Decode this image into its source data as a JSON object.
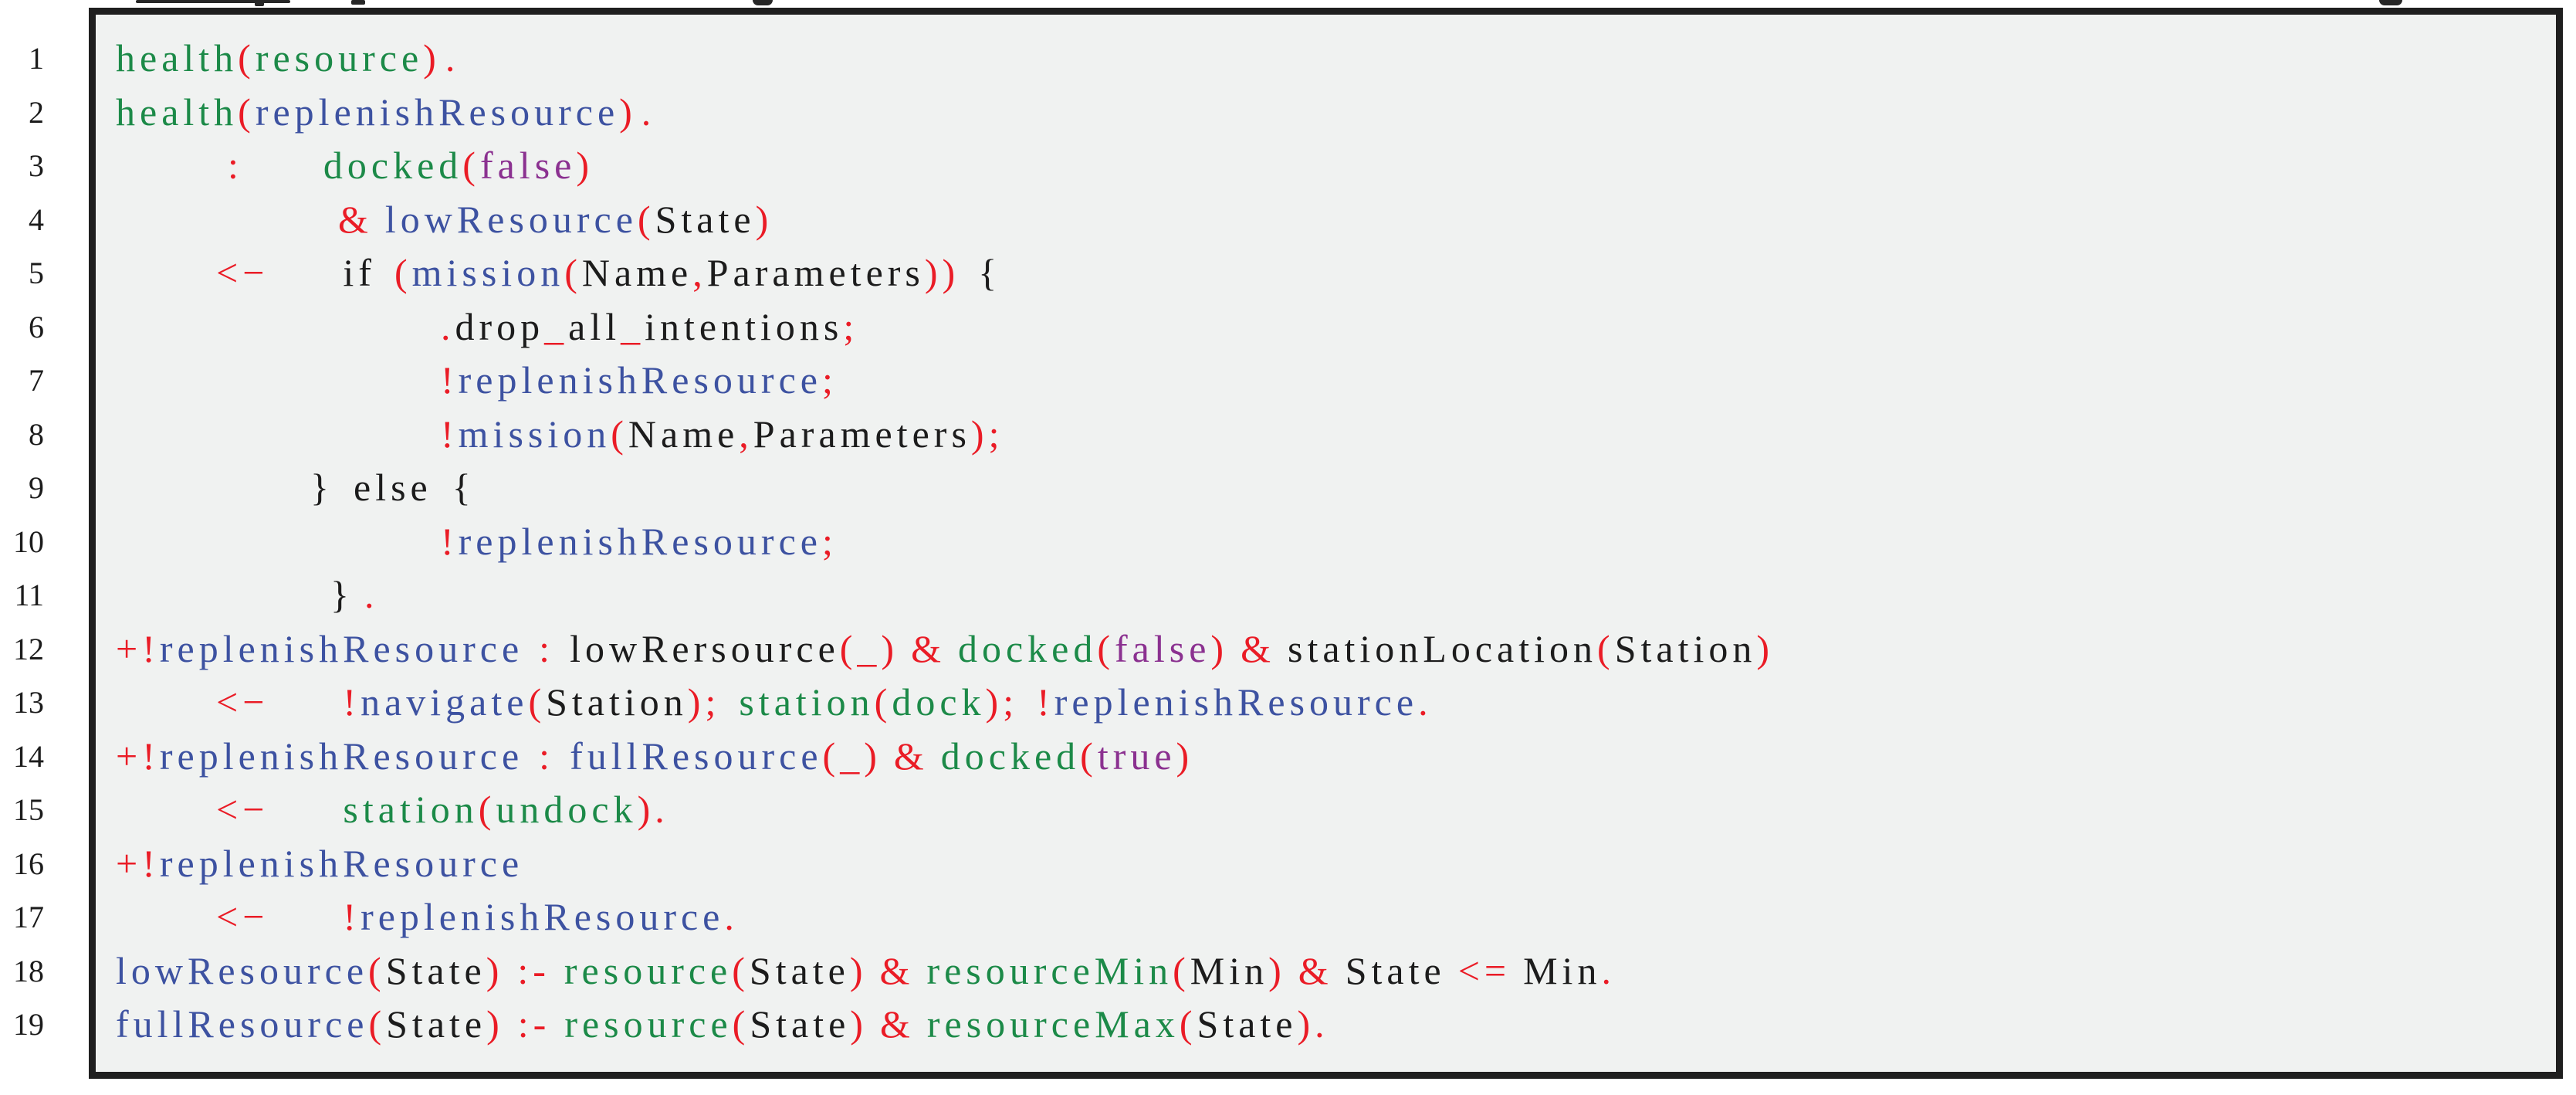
{
  "figure": {
    "type": "code-listing",
    "language_style": "AgentSpeak/Jason agent program",
    "line_count": 19
  },
  "colors": {
    "green": "#1c8a48",
    "blue": "#3d52a1",
    "red": "#ea1c26",
    "purple": "#8b3190",
    "black": "#1c1c1c",
    "border": "#1f1f1f",
    "boxbg": "#f0f2f1",
    "pagebg": "#ffffff"
  },
  "listing": {
    "lines": [
      {
        "no": "1",
        "indent": 0,
        "tokens": [
          {
            "t": "health",
            "c": "green"
          },
          {
            "t": "(",
            "c": "red"
          },
          {
            "t": "resource",
            "c": "green"
          },
          {
            "t": ")",
            "c": "red"
          },
          {
            "t": ".",
            "c": "red",
            "g": 6
          }
        ]
      },
      {
        "no": "2",
        "indent": 0,
        "tokens": [
          {
            "t": "health",
            "c": "green"
          },
          {
            "t": "(",
            "c": "red"
          },
          {
            "t": "replenishResource",
            "c": "blue"
          },
          {
            "t": ")",
            "c": "red"
          },
          {
            "t": ".",
            "c": "red",
            "g": 6
          }
        ]
      },
      {
        "no": "3",
        "indent": 145,
        "tokens": [
          {
            "t": ":",
            "c": "red"
          },
          {
            "t": "docked",
            "c": "green",
            "g": 104
          },
          {
            "t": "(",
            "c": "red"
          },
          {
            "t": "false",
            "c": "purple"
          },
          {
            "t": ")",
            "c": "red"
          }
        ]
      },
      {
        "no": "4",
        "indent": 288,
        "tokens": [
          {
            "t": "&",
            "c": "red"
          },
          {
            "t": "lowResource",
            "c": "blue",
            "g": 16
          },
          {
            "t": "(",
            "c": "red"
          },
          {
            "t": "State",
            "c": "black"
          },
          {
            "t": ")",
            "c": "red"
          }
        ]
      },
      {
        "no": "5",
        "indent": 130,
        "tokens": [
          {
            "t": "<−",
            "c": "red"
          },
          {
            "t": "if",
            "c": "black",
            "g": 96
          },
          {
            "t": "(",
            "c": "red",
            "g": 24
          },
          {
            "t": "mission",
            "c": "blue"
          },
          {
            "t": "(",
            "c": "red"
          },
          {
            "t": "Name",
            "c": "black"
          },
          {
            "t": ",",
            "c": "red"
          },
          {
            "t": "Parameters",
            "c": "black"
          },
          {
            "t": ")",
            "c": "red"
          },
          {
            "t": ")",
            "c": "red"
          },
          {
            "t": "{",
            "c": "black",
            "g": 24
          }
        ]
      },
      {
        "no": "6",
        "indent": 421,
        "tokens": [
          {
            "t": ".",
            "c": "red"
          },
          {
            "t": "drop",
            "c": "black"
          },
          {
            "t": "_",
            "c": "red"
          },
          {
            "t": "all",
            "c": "black"
          },
          {
            "t": "_",
            "c": "red"
          },
          {
            "t": "intentions",
            "c": "black"
          },
          {
            "t": ";",
            "c": "red"
          }
        ]
      },
      {
        "no": "7",
        "indent": 421,
        "tokens": [
          {
            "t": "!",
            "c": "red"
          },
          {
            "t": "replenishResource",
            "c": "blue"
          },
          {
            "t": ";",
            "c": "red"
          }
        ]
      },
      {
        "no": "8",
        "indent": 421,
        "tokens": [
          {
            "t": "!",
            "c": "red"
          },
          {
            "t": "mission",
            "c": "blue"
          },
          {
            "t": "(",
            "c": "red"
          },
          {
            "t": "Name",
            "c": "black"
          },
          {
            "t": ",",
            "c": "red"
          },
          {
            "t": "Parameters",
            "c": "black"
          },
          {
            "t": ")",
            "c": "red"
          },
          {
            "t": ";",
            "c": "red"
          }
        ]
      },
      {
        "no": "9",
        "indent": 252,
        "tokens": [
          {
            "t": "}",
            "c": "black"
          },
          {
            "t": "else",
            "c": "black",
            "g": 26
          },
          {
            "t": "{",
            "c": "black",
            "g": 26
          }
        ]
      },
      {
        "no": "10",
        "indent": 421,
        "tokens": [
          {
            "t": "!",
            "c": "red"
          },
          {
            "t": "replenishResource",
            "c": "blue"
          },
          {
            "t": ";",
            "c": "red"
          }
        ]
      },
      {
        "no": "11",
        "indent": 278,
        "tokens": [
          {
            "t": "}",
            "c": "black"
          },
          {
            "t": ".",
            "c": "red",
            "g": 14
          }
        ]
      },
      {
        "no": "12",
        "indent": 0,
        "tokens": [
          {
            "t": "+",
            "c": "red"
          },
          {
            "t": "!",
            "c": "red"
          },
          {
            "t": "replenishResource",
            "c": "blue"
          },
          {
            "t": ":",
            "c": "red",
            "g": 20
          },
          {
            "t": "lowRersource",
            "c": "black",
            "g": 20
          },
          {
            "t": "(",
            "c": "red"
          },
          {
            "t": "_",
            "c": "red"
          },
          {
            "t": ")",
            "c": "red"
          },
          {
            "t": "&",
            "c": "red",
            "g": 16
          },
          {
            "t": "docked",
            "c": "green",
            "g": 16
          },
          {
            "t": "(",
            "c": "red"
          },
          {
            "t": "false",
            "c": "purple"
          },
          {
            "t": ")",
            "c": "red"
          },
          {
            "t": "&",
            "c": "red",
            "g": 16
          },
          {
            "t": "stationLocation",
            "c": "black",
            "g": 16
          },
          {
            "t": "(",
            "c": "red"
          },
          {
            "t": "Station",
            "c": "black"
          },
          {
            "t": ")",
            "c": "red"
          }
        ]
      },
      {
        "no": "13",
        "indent": 130,
        "tokens": [
          {
            "t": "<−",
            "c": "red"
          },
          {
            "t": "!",
            "c": "red",
            "g": 96
          },
          {
            "t": "navigate",
            "c": "blue"
          },
          {
            "t": "(",
            "c": "red"
          },
          {
            "t": "Station",
            "c": "black"
          },
          {
            "t": ")",
            "c": "red"
          },
          {
            "t": ";",
            "c": "red"
          },
          {
            "t": "station",
            "c": "green",
            "g": 24
          },
          {
            "t": "(",
            "c": "red"
          },
          {
            "t": "dock",
            "c": "green"
          },
          {
            "t": ")",
            "c": "red"
          },
          {
            "t": ";",
            "c": "red"
          },
          {
            "t": "!",
            "c": "red",
            "g": 24
          },
          {
            "t": "replenishResource",
            "c": "blue"
          },
          {
            "t": ".",
            "c": "red"
          }
        ]
      },
      {
        "no": "14",
        "indent": 0,
        "tokens": [
          {
            "t": "+",
            "c": "red"
          },
          {
            "t": "!",
            "c": "red"
          },
          {
            "t": "replenishResource",
            "c": "blue"
          },
          {
            "t": ":",
            "c": "red",
            "g": 20
          },
          {
            "t": "fullResource",
            "c": "blue",
            "g": 20
          },
          {
            "t": "(",
            "c": "red"
          },
          {
            "t": "_",
            "c": "red"
          },
          {
            "t": ")",
            "c": "red"
          },
          {
            "t": "&",
            "c": "red",
            "g": 16
          },
          {
            "t": "docked",
            "c": "green",
            "g": 16
          },
          {
            "t": "(",
            "c": "red"
          },
          {
            "t": "true",
            "c": "purple"
          },
          {
            "t": ")",
            "c": "red"
          }
        ]
      },
      {
        "no": "15",
        "indent": 130,
        "tokens": [
          {
            "t": "<−",
            "c": "red"
          },
          {
            "t": "station",
            "c": "green",
            "g": 96
          },
          {
            "t": "(",
            "c": "red"
          },
          {
            "t": "undock",
            "c": "green"
          },
          {
            "t": ")",
            "c": "red"
          },
          {
            "t": ".",
            "c": "red"
          }
        ]
      },
      {
        "no": "16",
        "indent": 0,
        "tokens": [
          {
            "t": "+",
            "c": "red"
          },
          {
            "t": "!",
            "c": "red"
          },
          {
            "t": "replenishResource",
            "c": "blue"
          }
        ]
      },
      {
        "no": "17",
        "indent": 130,
        "tokens": [
          {
            "t": "<−",
            "c": "red"
          },
          {
            "t": "!",
            "c": "red",
            "g": 96
          },
          {
            "t": "replenishResource",
            "c": "blue"
          },
          {
            "t": ".",
            "c": "red"
          }
        ]
      },
      {
        "no": "18",
        "indent": 0,
        "tokens": [
          {
            "t": "lowResource",
            "c": "blue"
          },
          {
            "t": "(",
            "c": "red"
          },
          {
            "t": "State",
            "c": "black"
          },
          {
            "t": ")",
            "c": "red"
          },
          {
            "t": ":-",
            "c": "red",
            "g": 18
          },
          {
            "t": "resource",
            "c": "green",
            "g": 18
          },
          {
            "t": "(",
            "c": "red"
          },
          {
            "t": "State",
            "c": "black"
          },
          {
            "t": ")",
            "c": "red"
          },
          {
            "t": "&",
            "c": "red",
            "g": 16
          },
          {
            "t": "resourceMin",
            "c": "green",
            "g": 16
          },
          {
            "t": "(",
            "c": "red"
          },
          {
            "t": "Min",
            "c": "black"
          },
          {
            "t": ")",
            "c": "red"
          },
          {
            "t": "&",
            "c": "red",
            "g": 16
          },
          {
            "t": "State",
            "c": "black",
            "g": 16
          },
          {
            "t": "<=",
            "c": "red",
            "g": 16
          },
          {
            "t": "Min",
            "c": "black",
            "g": 16
          },
          {
            "t": ".",
            "c": "red"
          }
        ]
      },
      {
        "no": "19",
        "indent": 0,
        "tokens": [
          {
            "t": "fullResource",
            "c": "blue"
          },
          {
            "t": "(",
            "c": "red"
          },
          {
            "t": "State",
            "c": "black"
          },
          {
            "t": ")",
            "c": "red"
          },
          {
            "t": ":-",
            "c": "red",
            "g": 18
          },
          {
            "t": "resource",
            "c": "green",
            "g": 18
          },
          {
            "t": "(",
            "c": "red"
          },
          {
            "t": "State",
            "c": "black"
          },
          {
            "t": ")",
            "c": "red"
          },
          {
            "t": "&",
            "c": "red",
            "g": 16
          },
          {
            "t": "resourceMax",
            "c": "green",
            "g": 16
          },
          {
            "t": "(",
            "c": "red"
          },
          {
            "t": "State",
            "c": "black"
          },
          {
            "t": ")",
            "c": "red"
          },
          {
            "t": ".",
            "c": "red"
          }
        ]
      }
    ]
  }
}
